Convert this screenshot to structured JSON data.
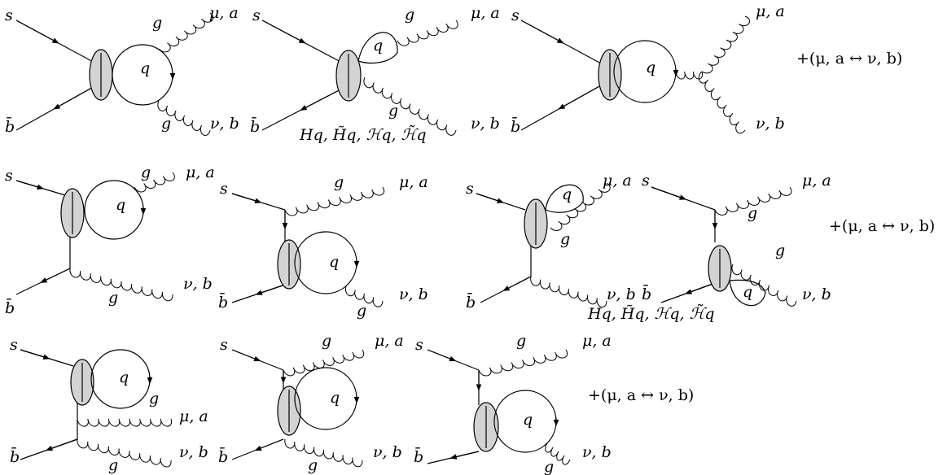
{
  "labels": {
    "s": "s",
    "bbar": "b̄",
    "g": "g",
    "q": "q",
    "mu_a": "μ, a",
    "nu_b": "ν, b",
    "swap": "+(μ, a ↔ ν, b)",
    "gpd": "Hq, H̃q, ℋq, ℋ̃q"
  }
}
